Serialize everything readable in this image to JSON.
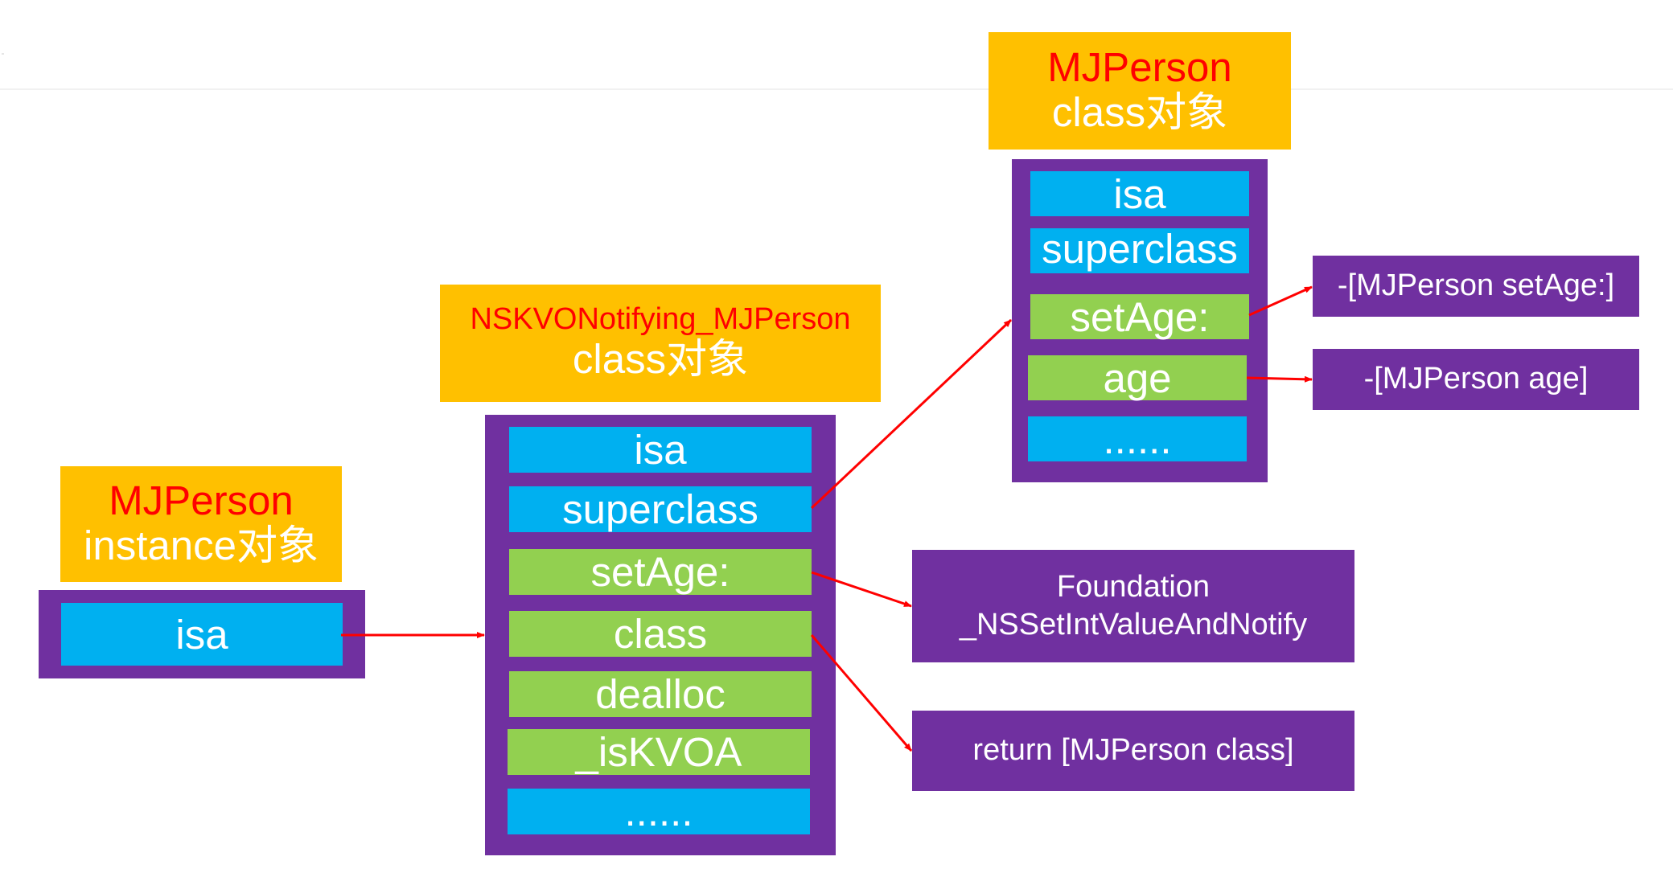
{
  "instance": {
    "title": "MJPerson",
    "subtitle": "instance对象",
    "isa": "isa"
  },
  "kvo_class": {
    "title": "NSKVONotifying_MJPerson",
    "subtitle": "class对象",
    "slots": [
      "isa",
      "superclass",
      "setAge:",
      "class",
      "dealloc",
      "_isKVOA",
      "......"
    ]
  },
  "person_class": {
    "title": "MJPerson",
    "subtitle": "class对象",
    "slots": [
      "isa",
      "superclass",
      "setAge:",
      "age",
      "......"
    ]
  },
  "notes": {
    "foundation_line1": "Foundation",
    "foundation_line2": "_NSSetIntValueAndNotify",
    "return_class": "return [MJPerson class]",
    "set_age": "-[MJPerson setAge:]",
    "age": "-[MJPerson age]"
  },
  "colors": {
    "label_bg": "#ffc000",
    "title_red": "#ff0000",
    "container_purple": "#7030a0",
    "slot_blue": "#00b0f0",
    "slot_green": "#92d050",
    "arrow_red": "#ff0000"
  }
}
